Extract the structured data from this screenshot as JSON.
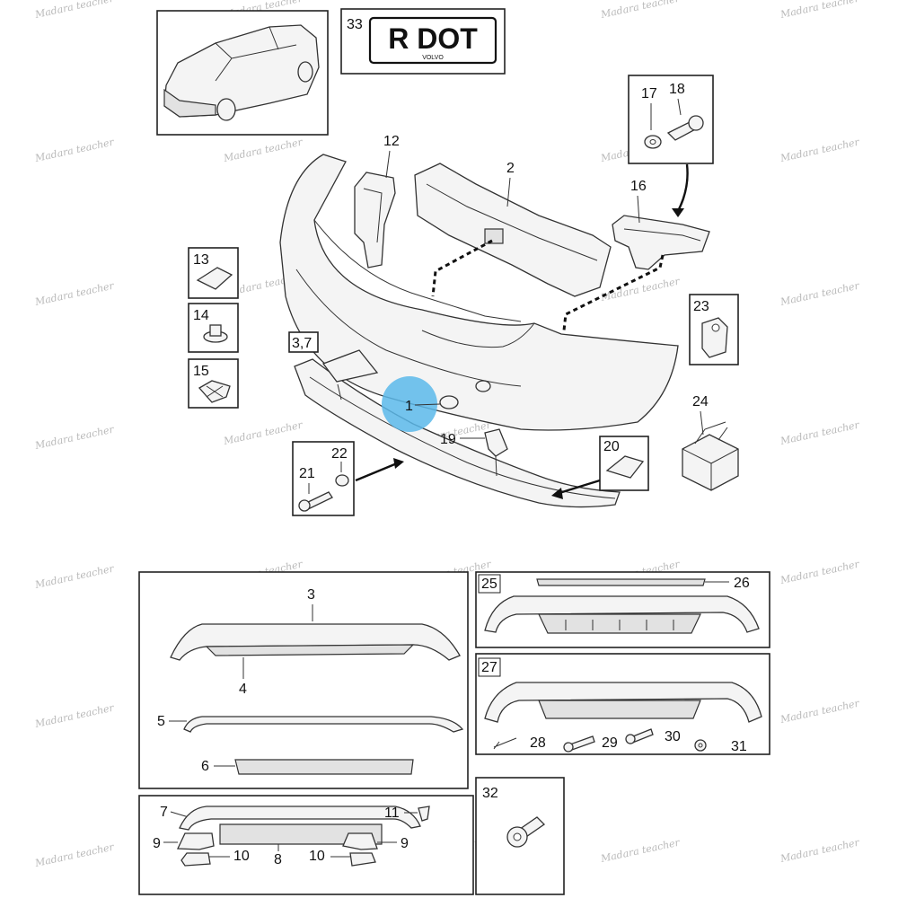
{
  "plate": {
    "text": "R DOT",
    "brand": "VOLVO"
  },
  "labels": {
    "l1": "1",
    "l2": "2",
    "l3": "3",
    "l4": "4",
    "l5": "5",
    "l6": "6",
    "l7": "7",
    "l8": "8",
    "l9a": "9",
    "l9b": "9",
    "l10a": "10",
    "l10b": "10",
    "l11": "11",
    "l12": "12",
    "l13": "13",
    "l14": "14",
    "l15": "15",
    "l16": "16",
    "l17": "17",
    "l18": "18",
    "l19": "19",
    "l20": "20",
    "l21": "21",
    "l22": "22",
    "l23": "23",
    "l24": "24",
    "l25": "25",
    "l26": "26",
    "l27": "27",
    "l28": "28",
    "l29": "29",
    "l30": "30",
    "l31": "31",
    "l32": "32",
    "l33": "33",
    "l37": "3,7"
  },
  "watermark": "Madara teacher",
  "highlight_color": "#5bb8ea"
}
